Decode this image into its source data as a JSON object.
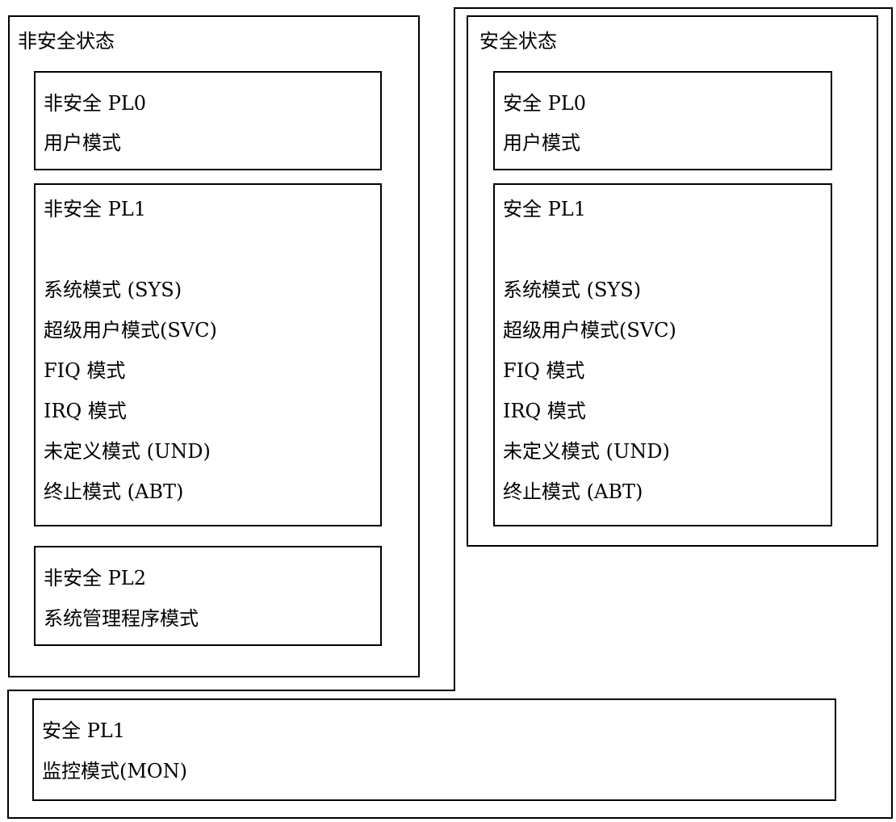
{
  "diagram": {
    "nonsecure_state": {
      "title": "非安全状态",
      "pl0": {
        "title": "非安全 PL0",
        "mode": "用户模式"
      },
      "pl1": {
        "title": "非安全 PL1",
        "modes": [
          "系统模式 (SYS)",
          "超级用户模式(SVC)",
          "FIQ 模式",
          "IRQ 模式",
          "未定义模式 (UND)",
          "终止模式 (ABT)"
        ]
      },
      "pl2": {
        "title": "非安全 PL2",
        "mode": "系统管理程序模式"
      }
    },
    "secure_state": {
      "title": "安全状态",
      "pl0": {
        "title": "安全 PL0",
        "mode": "用户模式"
      },
      "pl1": {
        "title": "安全 PL1",
        "modes": [
          "系统模式 (SYS)",
          "超级用户模式(SVC)",
          "FIQ 模式",
          "IRQ 模式",
          "未定义模式 (UND)",
          "终止模式 (ABT)"
        ]
      }
    },
    "monitor": {
      "title": "安全 PL1",
      "mode": "监控模式(MON)"
    }
  }
}
